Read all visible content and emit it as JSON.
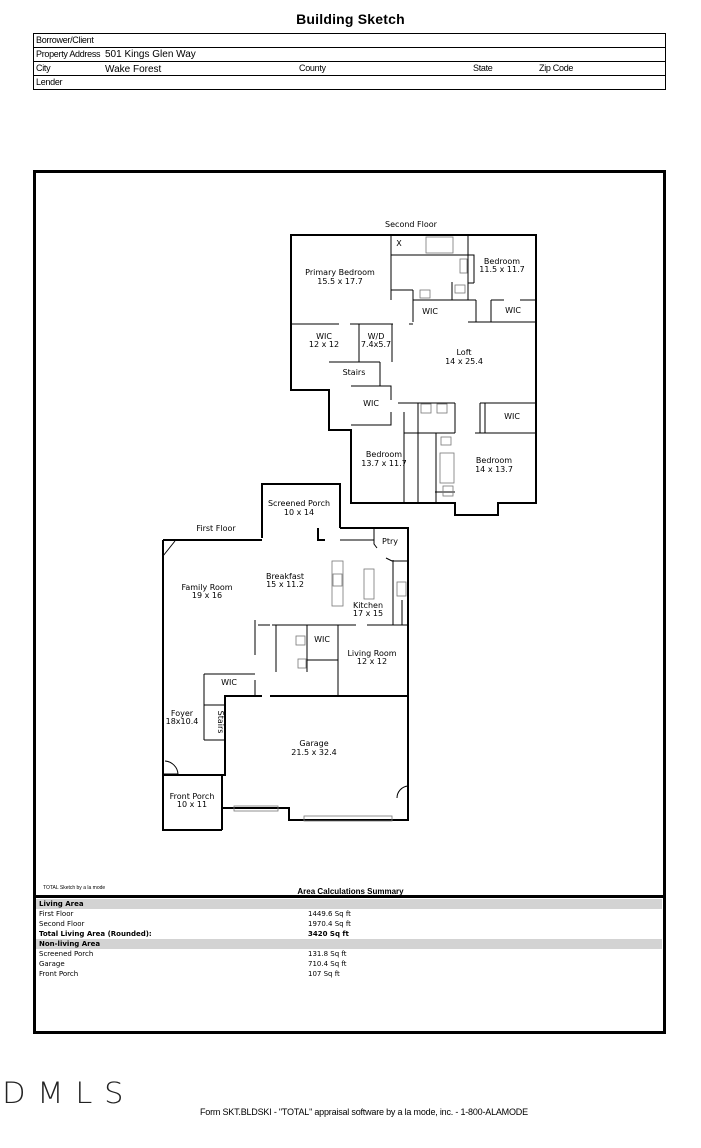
{
  "header": {
    "title": "Building Sketch",
    "borrower_label": "Borrower/Client",
    "borrower_value": "",
    "address_label": "Property Address",
    "address_value": "501 Kings Glen Way",
    "city_label": "City",
    "city_value": "Wake Forest",
    "county_label": "County",
    "state_label": "State",
    "zip_label": "Zip Code",
    "lender_label": "Lender"
  },
  "sketch": {
    "second_floor": {
      "label": "Second Floor",
      "rooms": [
        {
          "name": "Primary Bedroom",
          "dims": "15.5 x 17.7"
        },
        {
          "name": "Bedroom",
          "dims": "11.5 x 11.7"
        },
        {
          "name": "WIC",
          "dims": ""
        },
        {
          "name": "WIC",
          "dims": ""
        },
        {
          "name": "WIC",
          "dims": "12 x 12"
        },
        {
          "name": "W/D",
          "dims": "7.4x5.7"
        },
        {
          "name": "Loft",
          "dims": "14 x 25.4"
        },
        {
          "name": "Stairs",
          "dims": ""
        },
        {
          "name": "WIC",
          "dims": ""
        },
        {
          "name": "WIC",
          "dims": ""
        },
        {
          "name": "Bedroom",
          "dims": "13.7 x 11.7"
        },
        {
          "name": "Bedroom",
          "dims": "14 x 13.7"
        }
      ],
      "fixture_mark": "X"
    },
    "first_floor": {
      "label": "First Floor",
      "rooms": [
        {
          "name": "Screened Porch",
          "dims": "10 x 14"
        },
        {
          "name": "Ptry",
          "dims": ""
        },
        {
          "name": "Breakfast",
          "dims": "15 x 11.2"
        },
        {
          "name": "Family Room",
          "dims": "19 x 16"
        },
        {
          "name": "Kitchen",
          "dims": "17 x 15"
        },
        {
          "name": "WIC",
          "dims": ""
        },
        {
          "name": "Living Room",
          "dims": "12 x 12"
        },
        {
          "name": "WIC",
          "dims": ""
        },
        {
          "name": "Foyer",
          "dims": "18x10.4"
        },
        {
          "name": "Stairs",
          "dims": ""
        },
        {
          "name": "Garage",
          "dims": "21.5 x 32.4"
        },
        {
          "name": "Front Porch",
          "dims": "10 x 11"
        }
      ]
    }
  },
  "summary": {
    "credit": "TOTAL Sketch by a la mode",
    "title": "Area Calculations Summary",
    "rows": [
      {
        "label": "Living Area",
        "value": "",
        "type": "section"
      },
      {
        "label": "First Floor",
        "value": "1449.6 Sq ft",
        "type": "item"
      },
      {
        "label": "Second Floor",
        "value": "1970.4 Sq ft",
        "type": "item"
      },
      {
        "label": "Total Living Area (Rounded):",
        "value": "3420 Sq ft",
        "type": "total"
      },
      {
        "label": "Non-living Area",
        "value": "",
        "type": "section"
      },
      {
        "label": "Screened Porch",
        "value": "131.8 Sq ft",
        "type": "item"
      },
      {
        "label": "Garage",
        "value": "710.4 Sq ft",
        "type": "item"
      },
      {
        "label": "Front Porch",
        "value": "107 Sq ft",
        "type": "item"
      }
    ]
  },
  "logo": "DMLS",
  "footer": "Form SKT.BLDSKI - \"TOTAL\" appraisal software by a la mode, inc. - 1-800-ALAMODE"
}
